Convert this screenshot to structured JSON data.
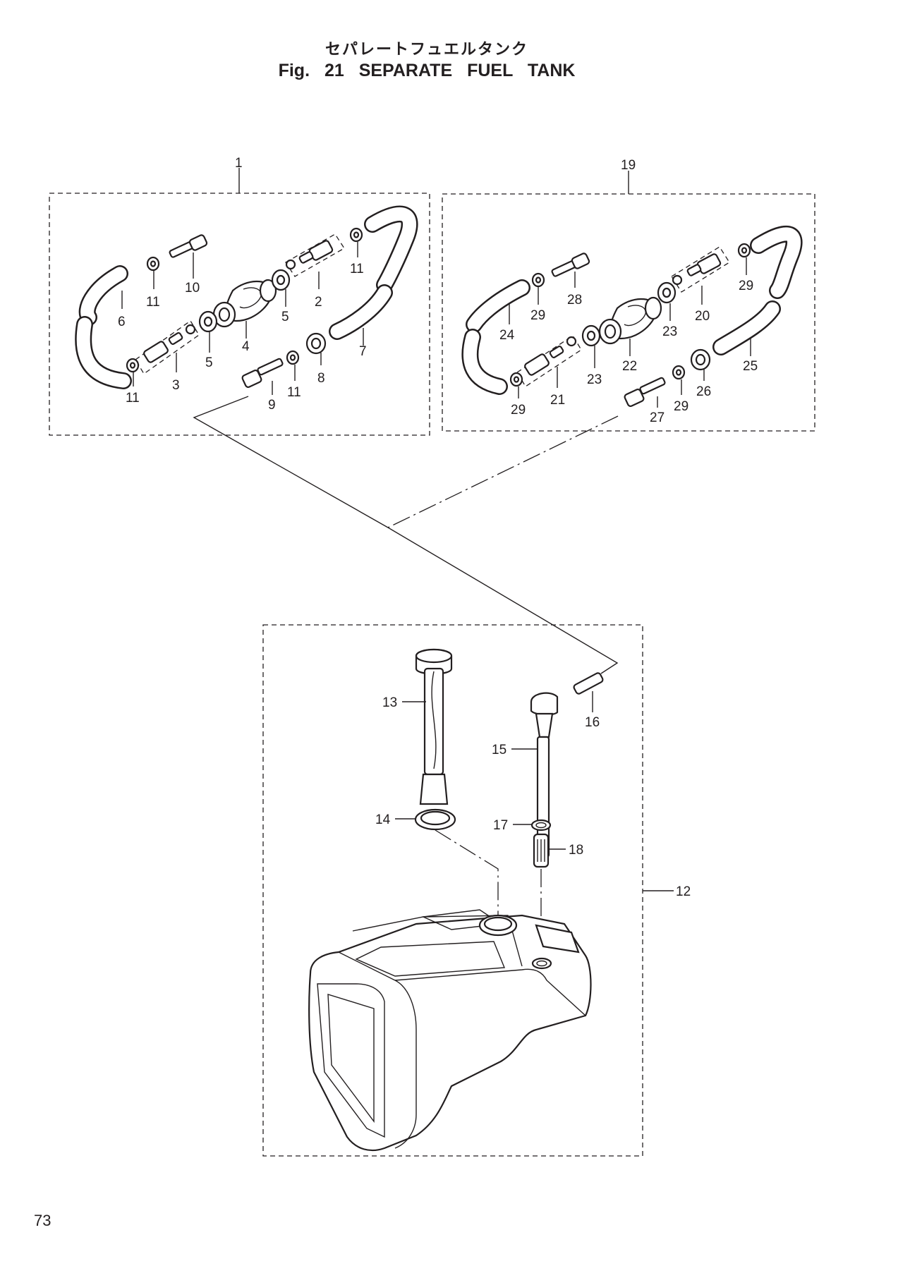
{
  "header": {
    "title_jp": "セパレートフュエルタンク",
    "title_en": "Fig. 21 SEPARATE FUEL TANK"
  },
  "page_number": "73",
  "labels": {
    "p1": "1",
    "p2": "2",
    "p3": "3",
    "p4": "4",
    "p5a": "5",
    "p5b": "5",
    "p6": "6",
    "p7": "7",
    "p8": "8",
    "p9": "9",
    "p10": "10",
    "p11a": "11",
    "p11b": "11",
    "p11c": "11",
    "p11d": "11",
    "p12": "12",
    "p13": "13",
    "p14": "14",
    "p15": "15",
    "p16": "16",
    "p17": "17",
    "p18": "18",
    "p19": "19",
    "p20": "20",
    "p21": "21",
    "p22": "22",
    "p23a": "23",
    "p23b": "23",
    "p24": "24",
    "p25": "25",
    "p26": "26",
    "p27": "27",
    "p28": "28",
    "p29a": "29",
    "p29b": "29",
    "p29c": "29",
    "p29d": "29"
  }
}
